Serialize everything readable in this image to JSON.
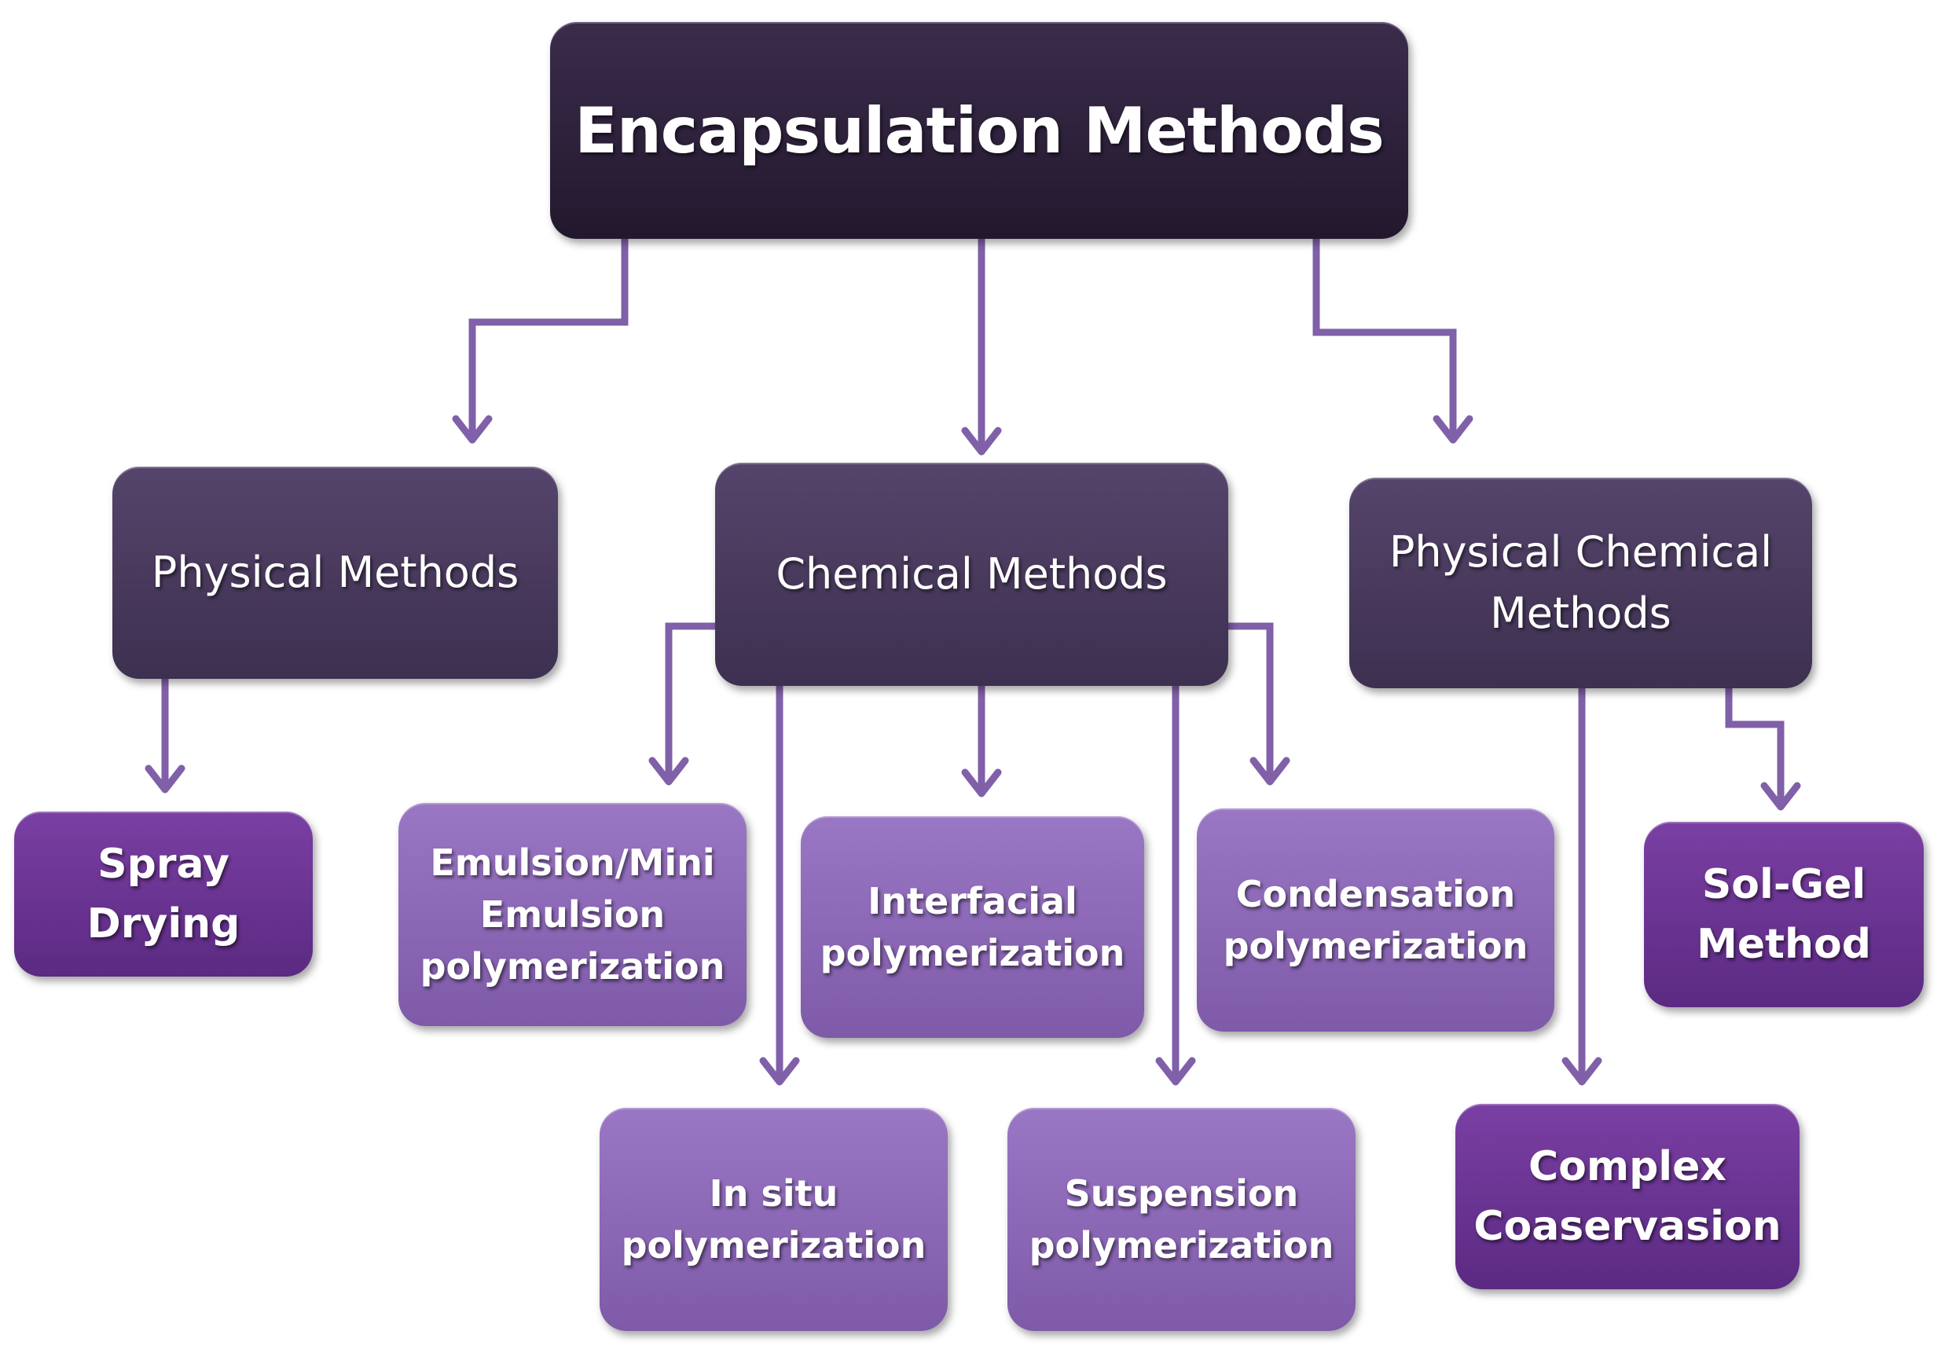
{
  "diagram": {
    "colors": {
      "root": "#2c2039",
      "category": "#4a3b5e",
      "leaf_dark": "#6b3393",
      "leaf_light": "#8c68b7",
      "connector": "#8060a8"
    },
    "root": {
      "label": "Encapsulation Methods"
    },
    "categories": {
      "physical": {
        "lines": [
          "Physical Methods"
        ]
      },
      "chemical": {
        "lines": [
          "Chemical Methods"
        ]
      },
      "physchem": {
        "lines": [
          "Physical Chemical",
          "Methods"
        ]
      }
    },
    "leaves": {
      "spray_drying": {
        "lines": [
          "Spray",
          "Drying"
        ]
      },
      "emulsion": {
        "lines": [
          "Emulsion/Mini",
          "Emulsion",
          "polymerization"
        ]
      },
      "interfacial": {
        "lines": [
          "Interfacial",
          "polymerization"
        ]
      },
      "condensation": {
        "lines": [
          "Condensation",
          "polymerization"
        ]
      },
      "in_situ": {
        "lines": [
          "In situ",
          "polymerization"
        ]
      },
      "suspension": {
        "lines": [
          "Suspension",
          "polymerization"
        ]
      },
      "sol_gel": {
        "lines": [
          "Sol-Gel",
          "Method"
        ]
      },
      "complex_coacervation": {
        "lines": [
          "Complex",
          "Coaservasion"
        ]
      }
    }
  }
}
